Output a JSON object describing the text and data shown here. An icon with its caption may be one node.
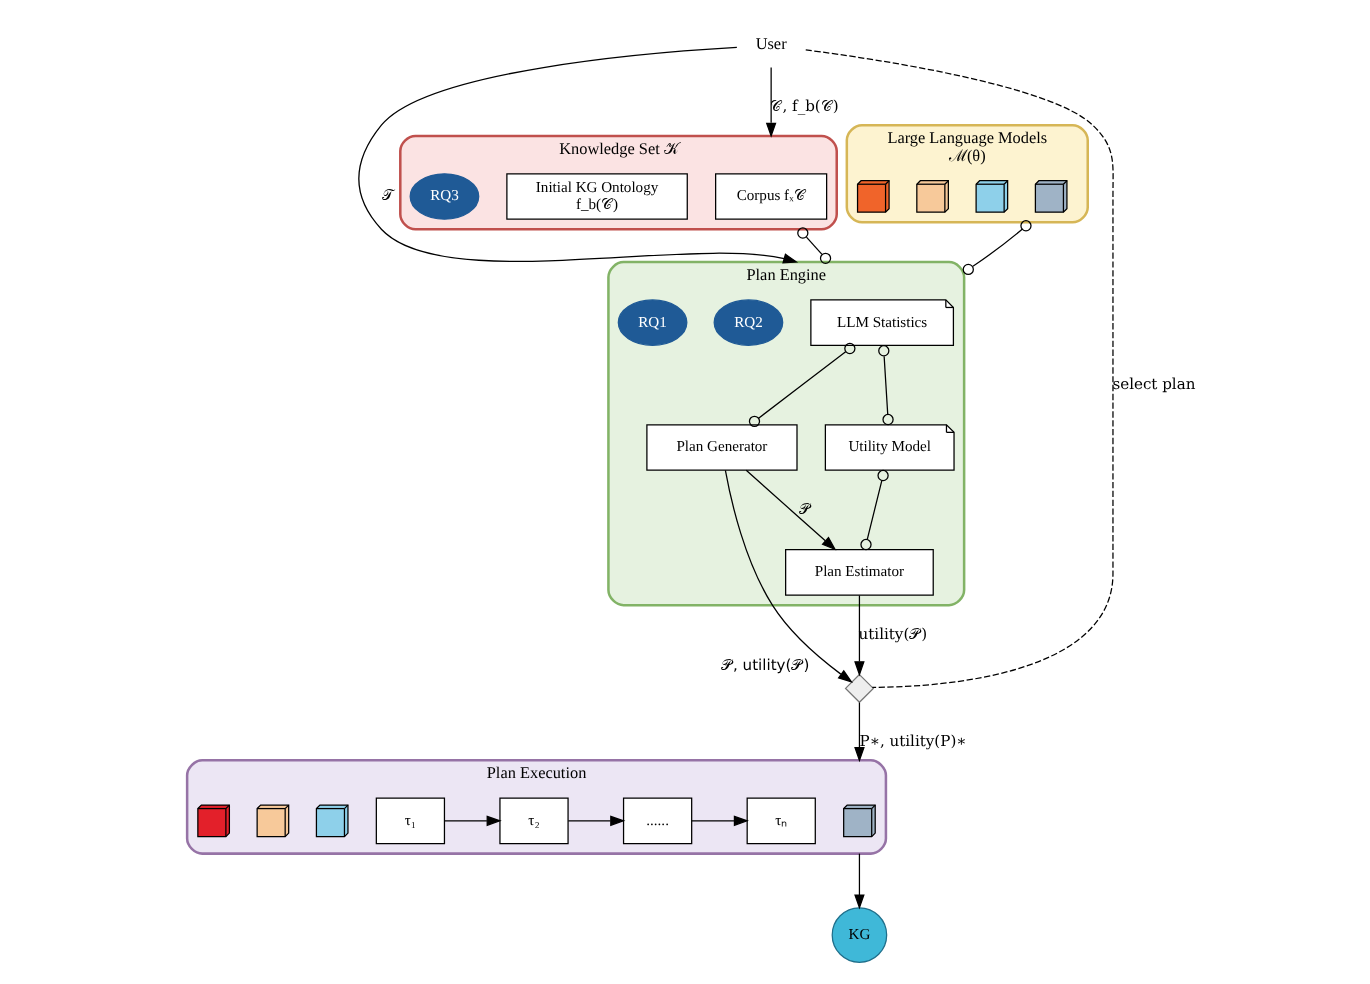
{
  "diagram": {
    "nodes": [
      {
        "text": [
          "User"
        ]
      },
      {
        "text": [
          "Knowledge Set 𝒦"
        ]
      },
      {
        "text": [
          "Corpus fₓ𝒞"
        ],
        "in": 1
      },
      {
        "text": [
          "Initial KG Ontology",
          "f_b(𝒞)"
        ],
        "in": 1
      },
      {
        "text": [
          "RQ3"
        ],
        "in": 1
      },
      {
        "text": [
          "Large Language Models",
          "ℳ(θ)"
        ]
      },
      {
        "text": [],
        "shape": "cube",
        "in": 5
      },
      {
        "text": [],
        "shape": "cube",
        "in": 5
      },
      {
        "text": [],
        "shape": "cube",
        "in": 5
      },
      {
        "text": [],
        "shape": "cube",
        "in": 5
      },
      {
        "text": [
          "Plan Engine"
        ]
      },
      {
        "text": [
          "LLM Statistics"
        ],
        "in": 10
      },
      {
        "text": [
          "RQ2"
        ],
        "in": 10
      },
      {
        "text": [
          "Utility Model"
        ],
        "in": 10
      },
      {
        "text": [
          "RQ1"
        ],
        "in": 10
      },
      {
        "text": [
          "Plan Generator"
        ],
        "in": 10
      },
      {
        "text": [
          "Plan Estimator"
        ],
        "in": 10
      },
      {
        "text": [],
        "shape": "diamond",
        "beside": [
          "𝒫, utility(𝒫)"
        ]
      },
      {
        "text": [
          "Plan Execution"
        ]
      },
      {
        "text": [],
        "shape": "cube",
        "in": 18
      },
      {
        "text": [
          "τ₁"
        ],
        "in": 18
      },
      {
        "text": [],
        "shape": "cube",
        "in": 18
      },
      {
        "text": [
          "τ₂"
        ],
        "in": 18
      },
      {
        "text": [],
        "shape": "cube",
        "in": 18
      },
      {
        "text": [
          "......"
        ],
        "in": 18
      },
      {
        "text": [],
        "shape": "cube",
        "in": 18
      },
      {
        "text": [
          "τₙ"
        ],
        "in": 18
      },
      {
        "text": [
          "KG"
        ]
      }
    ],
    "edges": [
      {
        "from": 0,
        "to": 1,
        "arrow": "to",
        "label": "𝒞, f_b(𝒞)"
      },
      {
        "from": 0,
        "to": 10,
        "arrow": "to",
        "label": "𝒯"
      },
      {
        "from": 1,
        "to": 10,
        "arrow": "other"
      },
      {
        "from": 5,
        "to": 10,
        "arrow": "other"
      },
      {
        "from": 11,
        "to": 13,
        "arrow": "other"
      },
      {
        "from": 11,
        "to": 15,
        "arrow": "other"
      },
      {
        "from": 13,
        "to": 16,
        "arrow": "other"
      },
      {
        "from": 15,
        "to": 16,
        "arrow": "to",
        "label": "𝒫"
      },
      {
        "from": 15,
        "to": 17,
        "arrow": "to"
      },
      {
        "from": 16,
        "to": 17,
        "arrow": "to",
        "label": "utility(𝒫)"
      },
      {
        "from": 0,
        "to": 17,
        "arrow": "none",
        "style": "dashed",
        "label": "select plan"
      },
      {
        "from": 17,
        "to": 18,
        "arrow": "to",
        "label": "P∗, utility(P)∗"
      },
      {
        "from": 20,
        "to": 22,
        "arrow": "to"
      },
      {
        "from": 22,
        "to": 24,
        "arrow": "to"
      },
      {
        "from": 24,
        "to": 26,
        "arrow": "to"
      },
      {
        "from": 18,
        "to": 27,
        "arrow": "to"
      }
    ]
  }
}
